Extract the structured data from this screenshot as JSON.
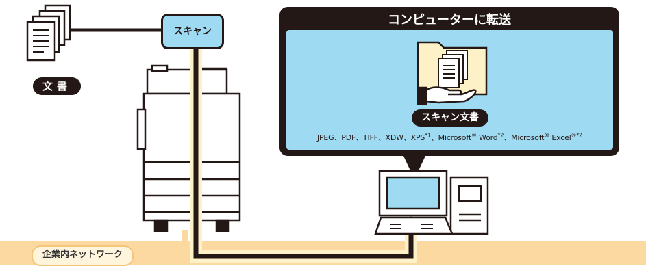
{
  "document": {
    "label": "文書"
  },
  "scan": {
    "label": "スキャン"
  },
  "transfer": {
    "title": "コンピューターに転送",
    "scanned_document_label": "スキャン文書",
    "formats": {
      "f1": "JPEG、PDF、TIFF、XDW、XPS",
      "n1": "*1",
      "f2": "、Microsoft",
      "r1": "®",
      "f3": " Word",
      "n2": "*2",
      "f4": "、Microsoft",
      "r2": "®",
      "f5": " Excel",
      "r3": "®",
      "n3": "*2"
    }
  },
  "network": {
    "label": "企業内ネットワーク"
  },
  "colors": {
    "dark": "#231815",
    "light_blue": "#9edaf2",
    "network_band": "#fbd9a0",
    "folder": "#fdf1c8"
  }
}
